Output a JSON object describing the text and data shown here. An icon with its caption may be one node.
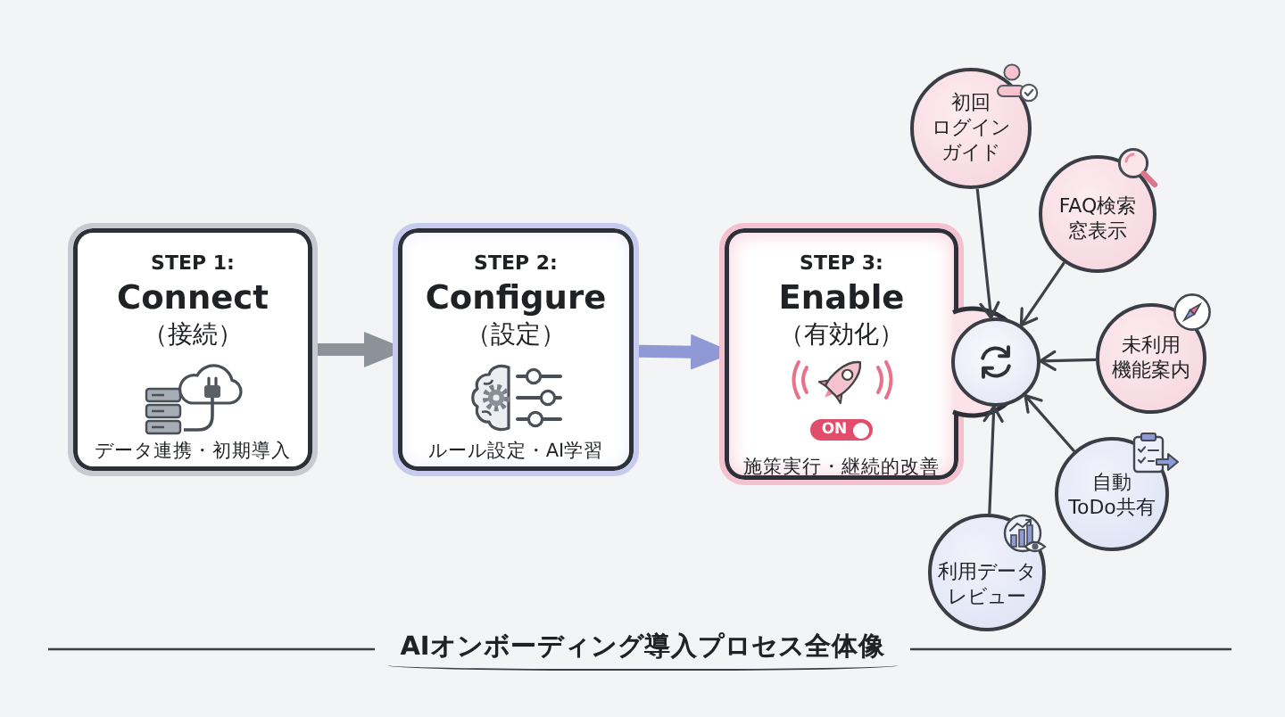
{
  "diagram": {
    "title": "AIオンボーディング導入プロセス全体像",
    "nodes": [
      {
        "text": [
          "STEP 1:",
          "Connect",
          "（接続）",
          "データ連携・初期導入"
        ]
      },
      {
        "text": [
          "STEP 2:",
          "Configure",
          "（設定）",
          "ルール設定・AI学習"
        ]
      },
      {
        "text": [
          "STEP 3:",
          "Enable",
          "（有効化）",
          "ON",
          "施策実行・継続的改善"
        ]
      },
      {
        "text": [],
        "shape": "circle"
      },
      {
        "text": [
          "初回ログインガイド"
        ]
      },
      {
        "text": [
          "FAQ検索窓表示"
        ]
      },
      {
        "text": [
          "未利用機能案内"
        ]
      },
      {
        "text": [
          "自動ToDo共有"
        ]
      },
      {
        "text": [
          "利用データレビュー"
        ]
      }
    ],
    "edges": [
      {
        "from": 0,
        "to": 1,
        "arrow": "to",
        "style": "thick",
        "color": "#8d9199"
      },
      {
        "from": 1,
        "to": 2,
        "arrow": "to",
        "style": "thick",
        "color": "#8e99d6"
      },
      {
        "from": 4,
        "to": 3,
        "arrow": "to"
      },
      {
        "from": 5,
        "to": 3,
        "arrow": "to"
      },
      {
        "from": 6,
        "to": 3,
        "arrow": "to"
      },
      {
        "from": 7,
        "to": 3,
        "arrow": "to"
      },
      {
        "from": 8,
        "to": 3,
        "arrow": "to"
      }
    ]
  }
}
